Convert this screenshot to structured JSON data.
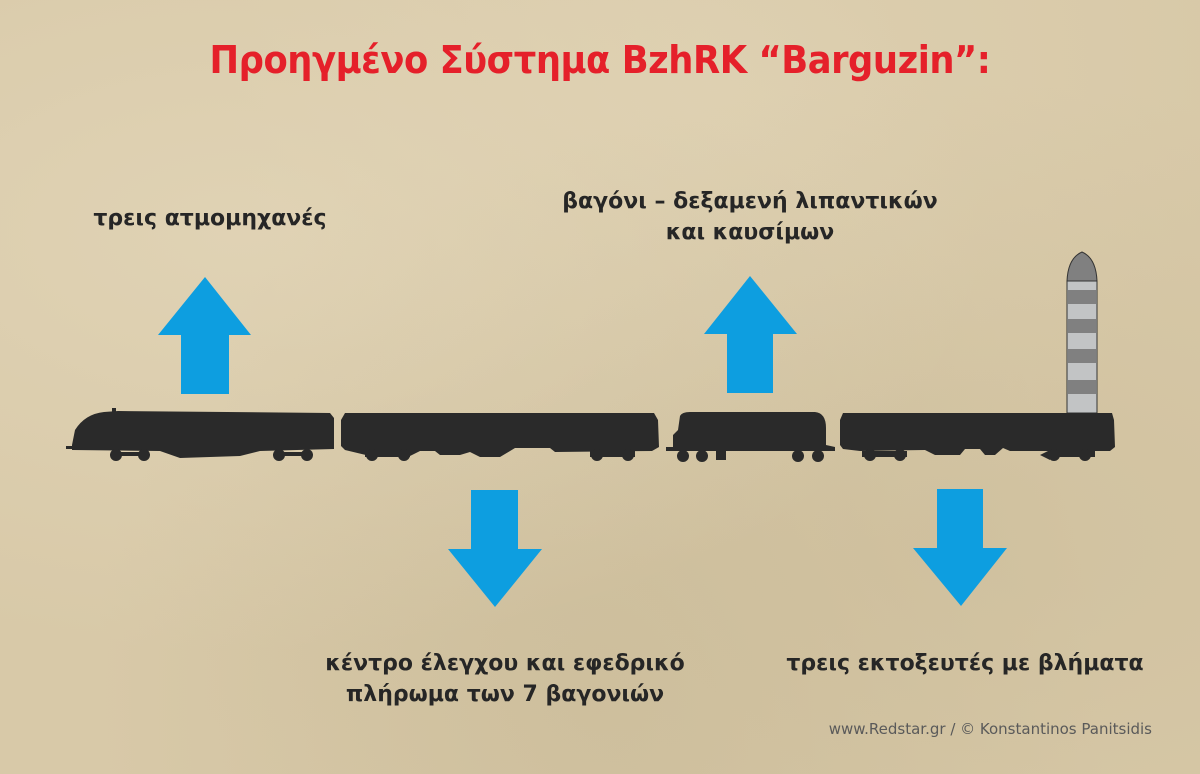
{
  "title": "Προηγμένο Σύστημα BzhRK “Barguzin”:",
  "labels": {
    "locomotives": "τρεις ατμομηχανές",
    "tank_car_line1": "βαγόνι – δεξαμενή λιπαντικών",
    "tank_car_line2": "και καυσίμων",
    "command_line1": "κέντρο έλεγχου και εφεδρικό",
    "command_line2": "πλήρωμα των 7 βαγονιών",
    "launchers": "τρεις εκτοξευτές με βλήματα"
  },
  "credit": "www.Redstar.gr / ©  Konstantinos Panitsidis",
  "colors": {
    "title": "#e5202a",
    "arrow": "#0d9ee0",
    "train": "#2a2a2a",
    "text": "#262626",
    "missile_light": "#c2c4c5",
    "missile_dark": "#808080",
    "background": "#d8c9a8"
  },
  "diagram": {
    "cars": [
      {
        "id": "locomotive",
        "label_ref": "locomotives",
        "arrow": "up"
      },
      {
        "id": "command-car",
        "label_ref": "command",
        "arrow": "down"
      },
      {
        "id": "tank-car",
        "label_ref": "tank_car",
        "arrow": "up"
      },
      {
        "id": "launcher-car",
        "label_ref": "launchers",
        "arrow": "down",
        "has_missile": true
      }
    ]
  }
}
